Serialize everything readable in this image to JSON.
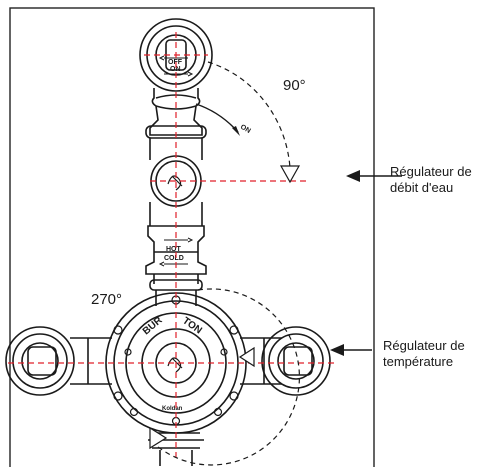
{
  "annotations": {
    "angle_flow": "90°",
    "angle_temp": "270°",
    "label_flow_line1": "Régulateur de",
    "label_flow_line2": "débit d'eau",
    "label_temp_line1": "Régulateur de",
    "label_temp_line2": "température"
  },
  "engravings": {
    "off": "OFF",
    "on": "ON",
    "on_arrow": "ON",
    "hot": "HOT",
    "cold": "COLD",
    "brand_left": "BUR",
    "brand_right": "TON",
    "maker": "Koldan"
  },
  "colors": {
    "line": "#1a1a1a",
    "centerline": "#e0202a",
    "frame": "#222222"
  }
}
